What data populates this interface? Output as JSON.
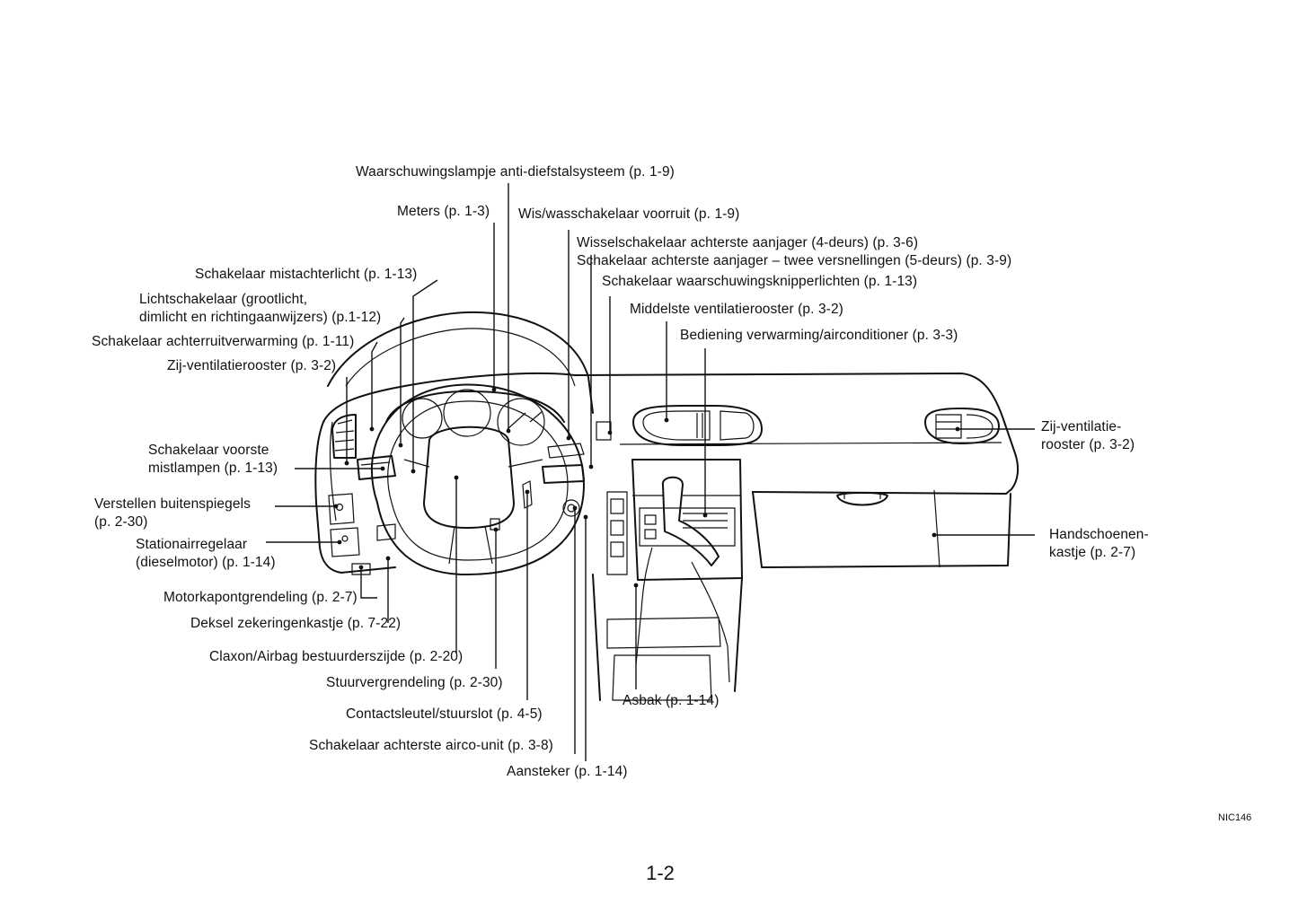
{
  "labels": {
    "anti_theft": "Waarschuwingslampje anti-diefstalsysteem (p. 1-9)",
    "meters": "Meters (p. 1-3)",
    "wiper": "Wis/wasschakelaar voorruit (p. 1-9)",
    "rear_fan_4door": "Wisselschakelaar achterste aanjager (4-deurs) (p. 3-6)",
    "rear_fan_5door": "Schakelaar achterste aanjager – twee versnellingen (5-deurs) (p. 3-9)",
    "hazard": "Schakelaar waarschuwingsknipperlichten (p. 1-13)",
    "center_vent": "Middelste ventilatierooster (p. 3-2)",
    "heater_control": "Bediening verwarming/airconditioner (p. 3-3)",
    "rear_fog": "Schakelaar mistachterlicht (p. 1-13)",
    "light_switch_1": "Lichtschakelaar (grootlicht,",
    "light_switch_2": "dimlicht en richtingaanwijzers) (p.1-12)",
    "rear_defogger": "Schakelaar achterruitverwarming (p. 1-11)",
    "side_vent_left": "Zij-ventilatierooster (p. 3-2)",
    "front_fog_1": "Schakelaar voorste",
    "front_fog_2": "mistlampen (p. 1-13)",
    "mirrors_1": "Verstellen buitenspiegels",
    "mirrors_2": "(p. 2-30)",
    "idle_1": "Stationairregelaar",
    "idle_2": "(dieselmotor) (p. 1-14)",
    "hood_release": "Motorkapontgrendeling (p. 2-7)",
    "fuse_cover": "Deksel zekeringenkastje (p. 7-22)",
    "horn_airbag": "Claxon/Airbag bestuurderszijde (p. 2-20)",
    "steering_lock": "Stuurvergrendeling (p. 2-30)",
    "ignition": "Contactsleutel/stuurslot (p. 4-5)",
    "rear_aircon": "Schakelaar achterste airco-unit (p. 3-8)",
    "lighter": "Aansteker (p. 1-14)",
    "ashtray": "Asbak (p. 1-14)",
    "side_vent_right_1": "Zij-ventilatie-",
    "side_vent_right_2": "rooster (p. 3-2)",
    "glovebox_1": "Handschoenen-",
    "glovebox_2": "kastje (p. 2-7)"
  },
  "figure_code": "NIC146",
  "page_number": "1-2"
}
